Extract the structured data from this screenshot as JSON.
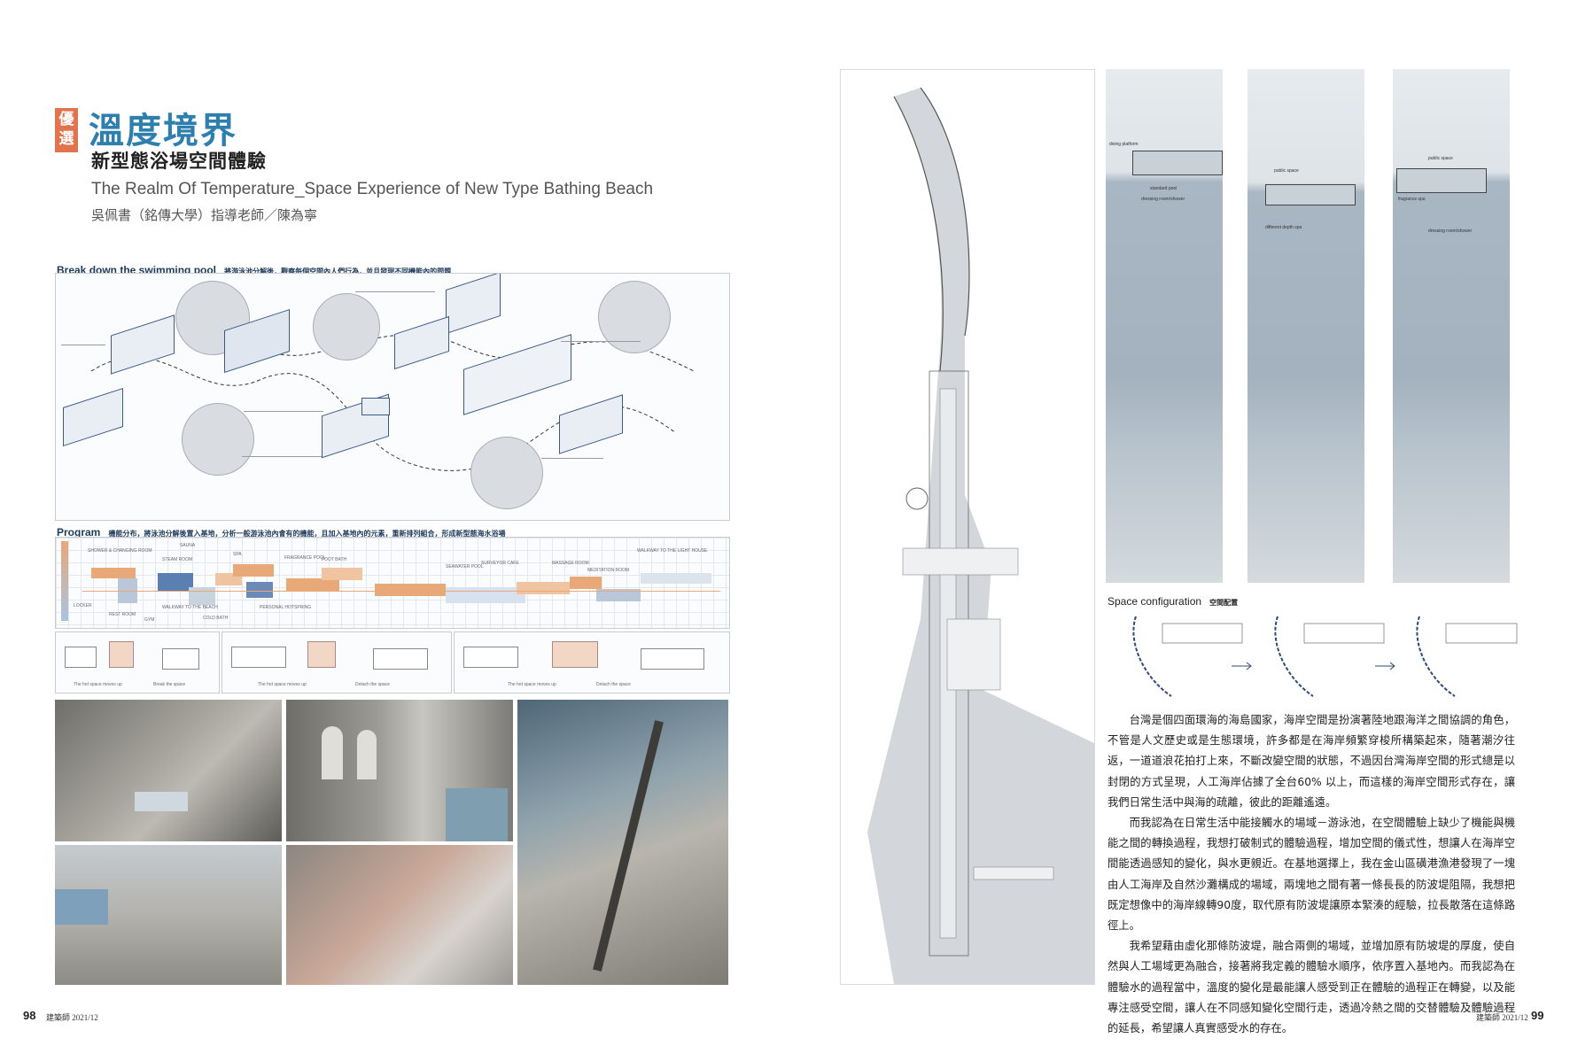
{
  "left_page": {
    "award_badge": "優選",
    "title": "溫度境界",
    "subtitle": "新型態浴場空間體驗",
    "title_en": "The Realm Of Temperature_Space Experience of New Type Bathing Beach",
    "author_line": "吳佩書（銘傳大學）指導老師／陳為寧",
    "section_breakdown": {
      "title": "Break down the swimming pool",
      "desc": "將游泳池分解後，觀察每個空間內人們行為，並且發現不同機能內的問題"
    },
    "section_program": {
      "title": "Program",
      "desc": "機能分布，將泳池分解後置入基地，分析一般游泳池內會有的機能，且加入基地內的元素，重新排列組合，形成新型態海水浴場"
    },
    "program_labels": [
      "SHOWER & CHANGING ROOM",
      "SAUNA",
      "SPA",
      "STEAM ROOM",
      "FRAGRANCE POOL",
      "FOOT BATH",
      "SEAWATER POOL",
      "MASSAGE ROOM",
      "SURVEYOR CAFE",
      "WALKWAY TO THE LIGHT HOUSE",
      "MEDITATION ROOM",
      "LOCKER",
      "REST ROOM",
      "WALKWAY TO THE BEACH",
      "COLD BATH",
      "PERSONAL HOTSPRING",
      "GYM"
    ],
    "massing_captions": [
      "The hot space moves up",
      "Break the space",
      "The hot space moves up",
      "Detach the space",
      "The hot space moves up",
      "Detach the space"
    ],
    "page_number": "98",
    "publication": "建築師 2021/12"
  },
  "right_page": {
    "section_config": {
      "title": "Space configuration",
      "desc": "空間配置"
    },
    "paragraphs": [
      "台灣是個四面環海的海島國家，海岸空間是扮演著陸地跟海洋之間協調的角色，不管是人文歷史或是生態環境，許多都是在海岸頻繁穿梭所構築起來，隨著潮汐往返，一道道浪花拍打上來，不斷改變空間的狀態，不過因台灣海岸空間的形式總是以封閉的方式呈現，人工海岸佔據了全台60% 以上，而這樣的海岸空間形式存在，讓我們日常生活中與海的疏離，彼此的距離遙遠。",
      "而我認為在日常生活中能接觸水的場域－游泳池，在空間體驗上缺少了機能與機能之間的轉換過程，我想打破制式的體驗過程，增加空間的儀式性，想讓人在海岸空間能透過感知的變化，與水更親近。在基地選擇上，我在金山區磺港漁港發現了一塊由人工海岸及自然沙灘構成的場域，兩塊地之間有著一條長長的防波堤阻隔，我想把既定想像中的海岸線轉90度，取代原有防波堤讓原本緊湊的經驗，拉長散落在這條路徑上。",
      "我希望藉由虛化那條防波堤，融合兩側的場域，並增加原有防坡堤的厚度，使自然與人工場域更為融合，接著將我定義的體驗水順序，依序置入基地內。而我認為在體驗水的過程當中，溫度的變化是最能讓人感受到正在體驗的過程正在轉變，以及能專注感受空間，讓人在不同感知變化空間行走，透過冷熱之間的交替體驗及體驗過程的延長，希望讓人真實感受水的存在。"
    ],
    "section_labels": [
      "diving platform",
      "standard pool",
      "dressing room/shower",
      "public space",
      "different depth spa",
      "fragrance spa",
      "public space",
      "dressing room/shower"
    ],
    "page_number": "99",
    "publication": "建築師 2021/12"
  },
  "colors": {
    "title_blue": "#2f7fae",
    "badge_orange": "#e2734f",
    "sea_grey_blue": "#a9b6c3",
    "diagram_navy": "#2d4a7a",
    "program_orange": "#e8a878"
  }
}
